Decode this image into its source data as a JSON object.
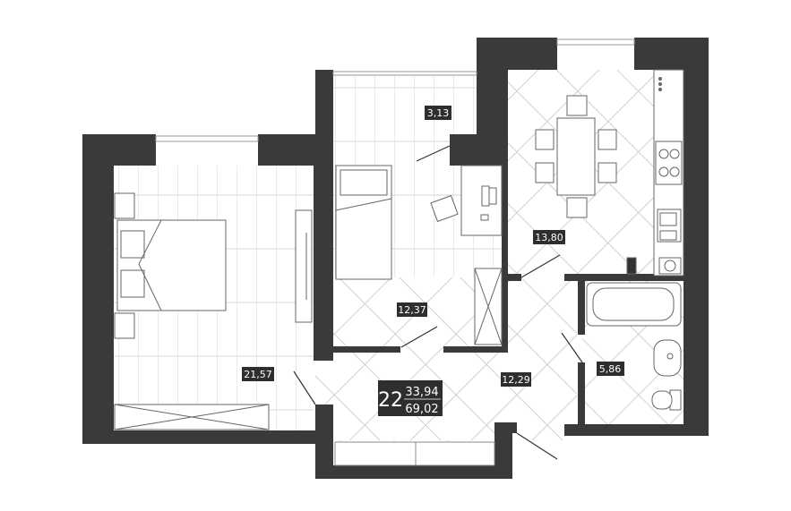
{
  "plan": {
    "apartment_number": "22",
    "living_area": "33,94",
    "total_area": "69,02",
    "rooms": [
      {
        "id": "bedroom",
        "area": "21,57"
      },
      {
        "id": "balcony",
        "area": "3,13"
      },
      {
        "id": "kids-room",
        "area": "12,37"
      },
      {
        "id": "kitchen",
        "area": "13,80"
      },
      {
        "id": "hall",
        "area": "12,29"
      },
      {
        "id": "bathroom",
        "area": "5,86"
      }
    ]
  },
  "colors": {
    "wall": "#3a3a3a",
    "label_bg": "#2e2e2e",
    "floor_line": "#cfcfcf",
    "furniture": "#555555"
  }
}
